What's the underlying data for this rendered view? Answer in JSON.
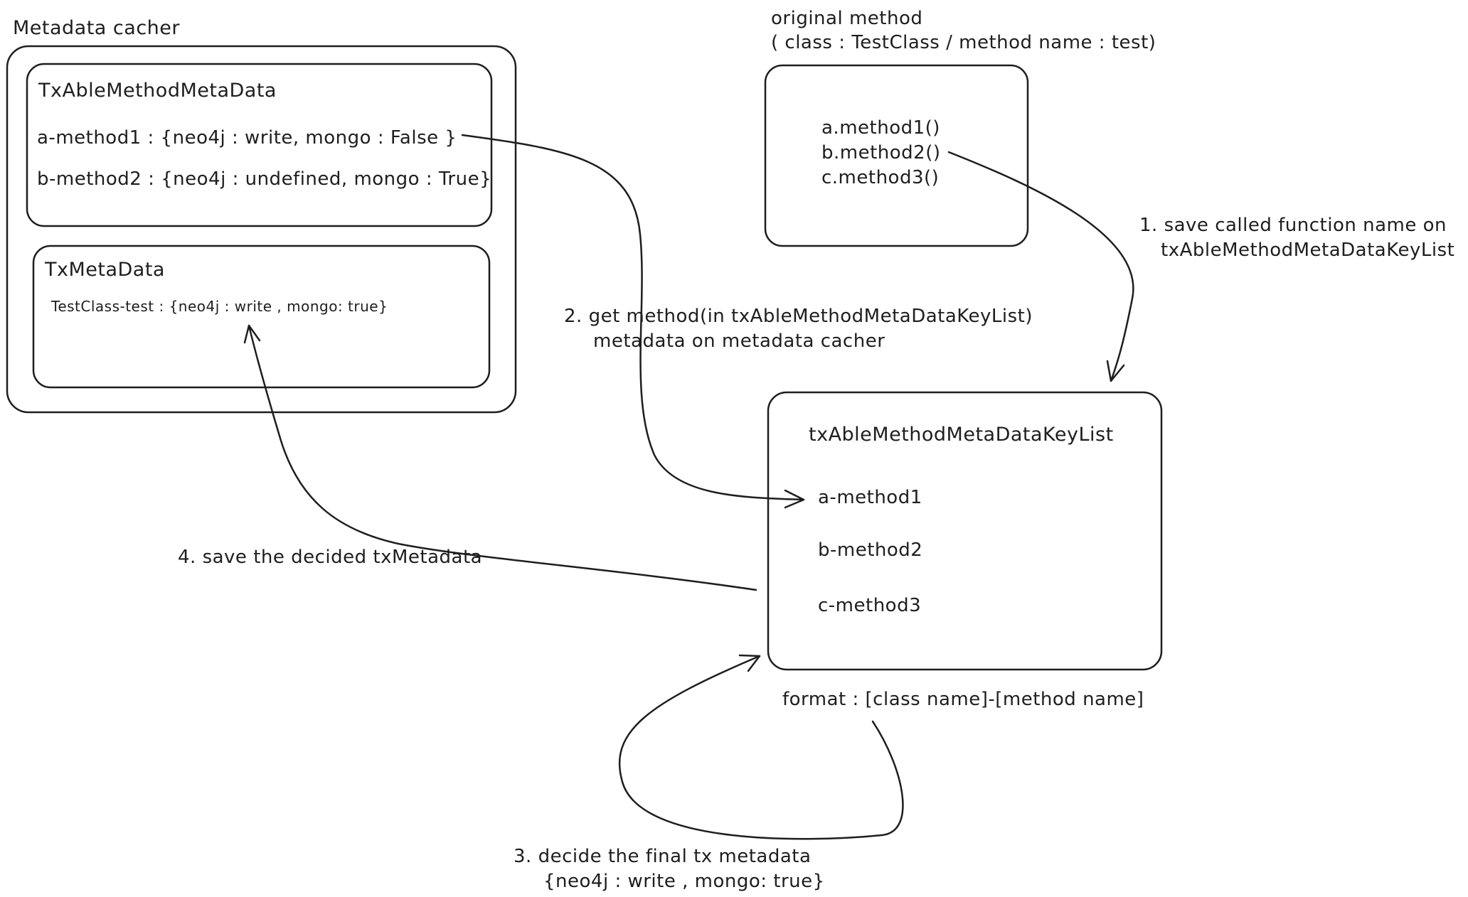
{
  "metadata_cacher": {
    "title": "Metadata cacher",
    "txable": {
      "title": "TxAbleMethodMetaData",
      "items": [
        "a-method1 : {neo4j : write, mongo : False }",
        "b-method2 : {neo4j : undefined, mongo : True}"
      ]
    },
    "tx": {
      "title": "TxMetaData",
      "item": "TestClass-test : {neo4j : write , mongo: true}"
    }
  },
  "original_method": {
    "title": "original method",
    "subtitle": "( class : TestClass / method name : test)",
    "calls": [
      "a.method1()",
      "b.method2()",
      "c.method3()"
    ]
  },
  "key_list": {
    "title": "txAbleMethodMetaDataKeyList",
    "items": [
      "a-method1",
      "b-method2",
      "c-method3"
    ],
    "format": "format : [class name]-[method name]"
  },
  "steps": {
    "s1": [
      "1. save called function name on",
      "txAbleMethodMetaDataKeyList"
    ],
    "s2": [
      "2. get method(in txAbleMethodMetaDataKeyList)",
      "metadata on metadata cacher"
    ],
    "s3": [
      "3. decide the final tx metadata",
      "{neo4j : write , mongo: true}"
    ],
    "s4": "4. save the decided txMetadata"
  }
}
